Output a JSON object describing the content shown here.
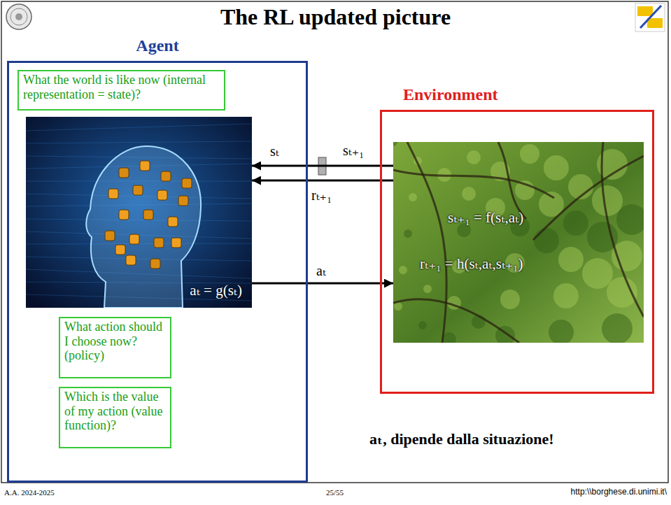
{
  "diagram": {
    "title": "The RL updated picture",
    "nodes": [
      {
        "text": [
          "Agent"
        ]
      },
      {
        "text": [
          "What the world is like now (internal representation = state)?"
        ],
        "in": 0
      },
      {
        "text": [
          "aₜ = g(sₜ)"
        ],
        "in": 0
      },
      {
        "text": [
          "What action should I choose now? (policy)"
        ],
        "in": 0
      },
      {
        "text": [
          "Which is the value of my action (value function)?"
        ],
        "in": 0
      },
      {
        "text": [
          "Environment"
        ]
      },
      {
        "text": [
          "sₜ₊₁ = f(sₜ,aₜ)",
          "rₜ₊₁ = h(sₜ,aₜ,sₜ₊₁)"
        ],
        "in": 5
      }
    ],
    "edges": [
      {
        "from": 6,
        "to": 2,
        "arrow": "to",
        "label": "sₜ₊₁"
      },
      {
        "from": 6,
        "to": 2,
        "arrow": "to",
        "label": "rₜ₊₁"
      },
      {
        "from": 2,
        "to": 6,
        "arrow": "to",
        "label": "aₜ"
      }
    ],
    "labels": [
      "sₜ",
      "aₜ, dipende dalla situazione!",
      "A.A. 2024-2025",
      "25/55",
      "http:\\\\borghese.di.unimi.it\\"
    ]
  }
}
